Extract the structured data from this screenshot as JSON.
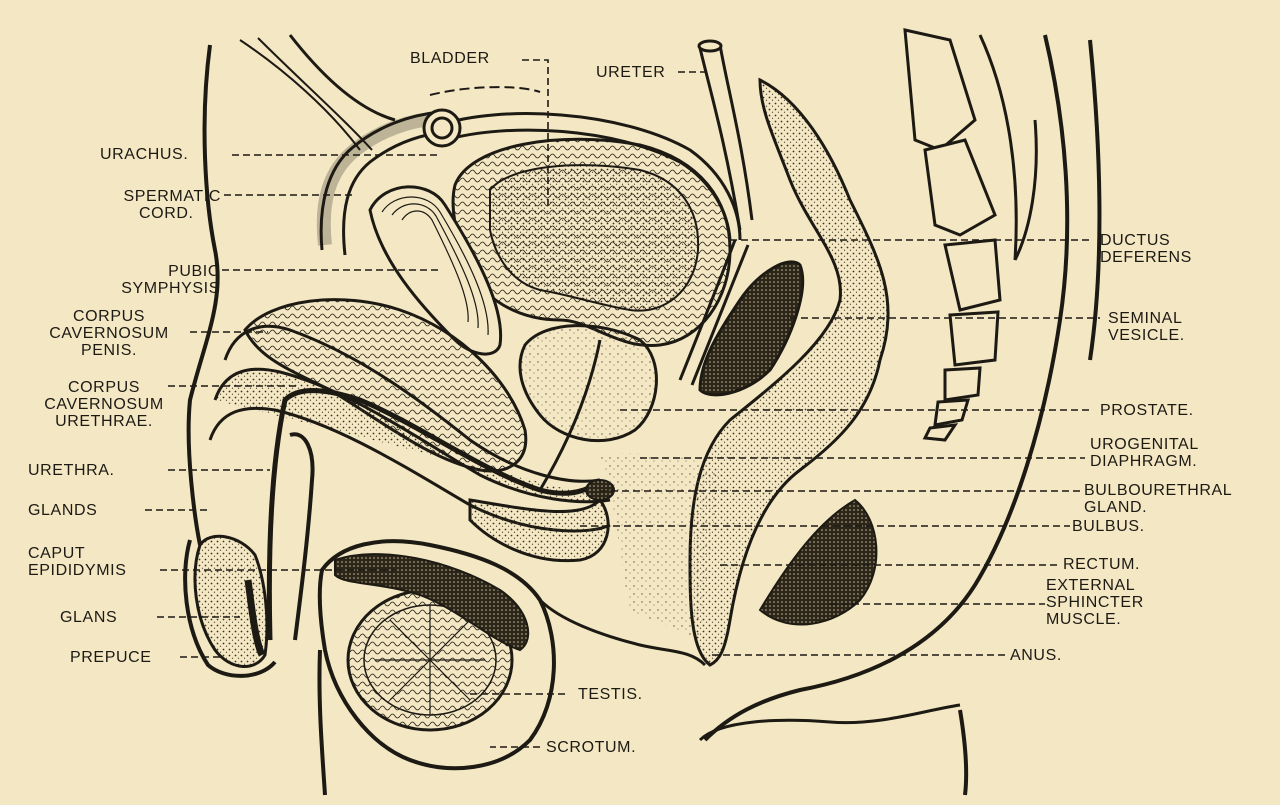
{
  "labels": {
    "bladder": "BLADDER",
    "ureter": "URETER",
    "urachus": "URACHUS.",
    "spermatic_cord": [
      "SPERMATIC",
      "CORD."
    ],
    "pubic_symphysis": [
      "PUBIC",
      "SYMPHYSIS"
    ],
    "corpus_cavernosum_penis": [
      "CORPUS",
      "CAVERNOSUM",
      "PENIS."
    ],
    "corpus_cavernosum_urethrae": [
      "CORPUS",
      "CAVERNOSUM",
      "URETHRAE."
    ],
    "urethra": "URETHRA.",
    "glands": "GLANDS",
    "caput_epididymis": [
      "CAPUT",
      "EPIDIDYMIS"
    ],
    "glans": "GLANS",
    "prepuce": "PREPUCE",
    "testis": "TESTIS.",
    "scrotum": "SCROTUM.",
    "ductus_deferens": [
      "DUCTUS",
      "DEFERENS"
    ],
    "seminal_vesicle": [
      "SEMINAL",
      "VESICLE."
    ],
    "prostate": "PROSTATE.",
    "urogenital_diaphragm": [
      "UROGENITAL",
      "DIAPHRAGM."
    ],
    "bulbourethral_gland": [
      "BULBOURETHRAL",
      "GLAND."
    ],
    "bulbus": "BULBUS.",
    "rectum": "RECTUM.",
    "external_sphincter": [
      "EXTERNAL",
      "SPHINCTER",
      "MUSCLE."
    ],
    "anus": "ANUS."
  },
  "colors": {
    "paper": "#f3e7c4",
    "ink": "#1d1a14",
    "stipple": "#8a7c5c"
  }
}
